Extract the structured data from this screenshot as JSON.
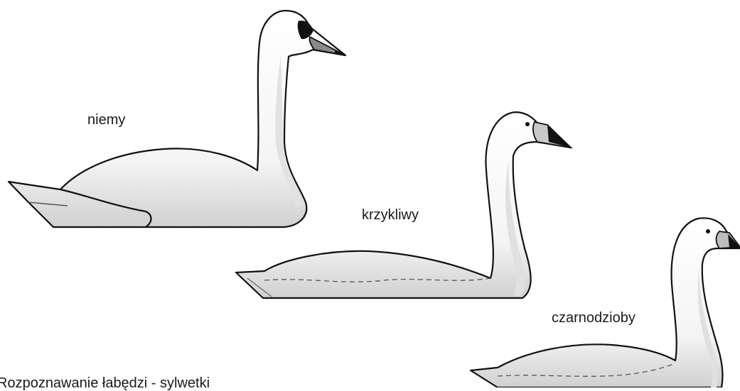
{
  "labels": {
    "mute": "niemy",
    "whooper": "krzykliwy",
    "bewick": "czarnodzioby"
  },
  "caption": "Rozpoznawanie łabędzi - sylwetki",
  "colors": {
    "background": "#ffffff",
    "outline": "#111111",
    "body": "#ffffff",
    "shading": "#d9d9d9",
    "mute_bill": "#8a8a8a",
    "mute_knob": "#111111",
    "whooper_bill": "#c8c8c8",
    "bewick_bill": "#bdbdbd",
    "bill_tip": "#111111"
  },
  "icons": [
    "mute-swan-icon",
    "whooper-swan-icon",
    "bewicks-swan-icon"
  ]
}
